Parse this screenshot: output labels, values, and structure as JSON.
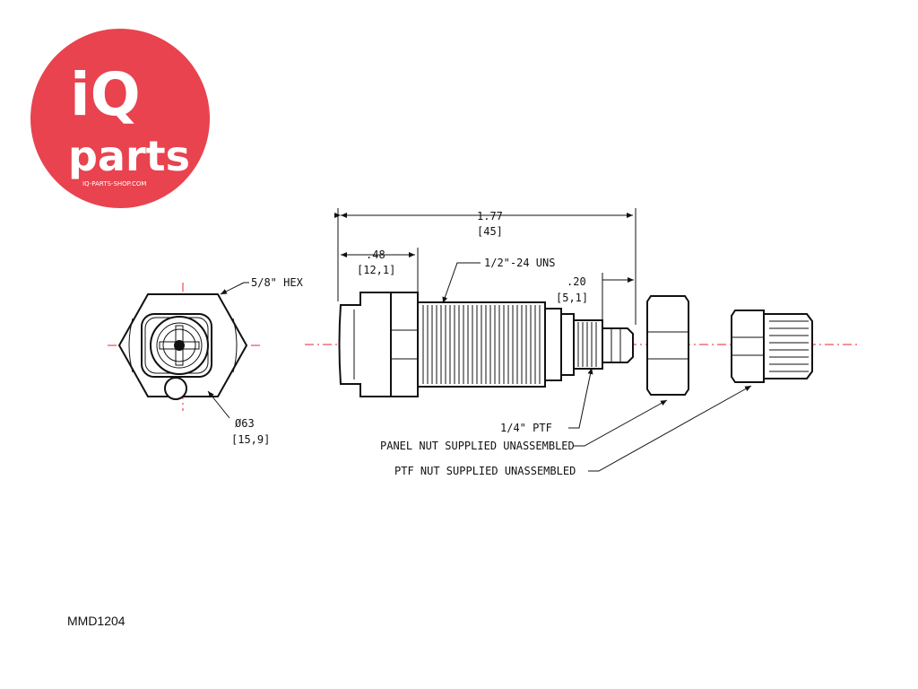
{
  "logo": {
    "line1": "iQ",
    "line2": "parts",
    "url": "IQ-PARTS-SHOP.COM",
    "color": "#e8434f"
  },
  "dimensions": {
    "hex": "5/8\" HEX",
    "diameter": "Ø63",
    "diameter_mm": "[15,9]",
    "overall": "1.77",
    "overall_mm": "[45]",
    "body": ".48",
    "body_mm": "[12,1]",
    "thread": "1/2\"-24 UNS",
    "tip": ".20",
    "tip_mm": "[5,1]",
    "ptf": "1/4\" PTF",
    "panel_nut": "PANEL NUT SUPPLIED UNASSEMBLED",
    "ptf_nut": "PTF NUT SUPPLIED UNASSEMBLED"
  },
  "product_code": "MMD1204"
}
